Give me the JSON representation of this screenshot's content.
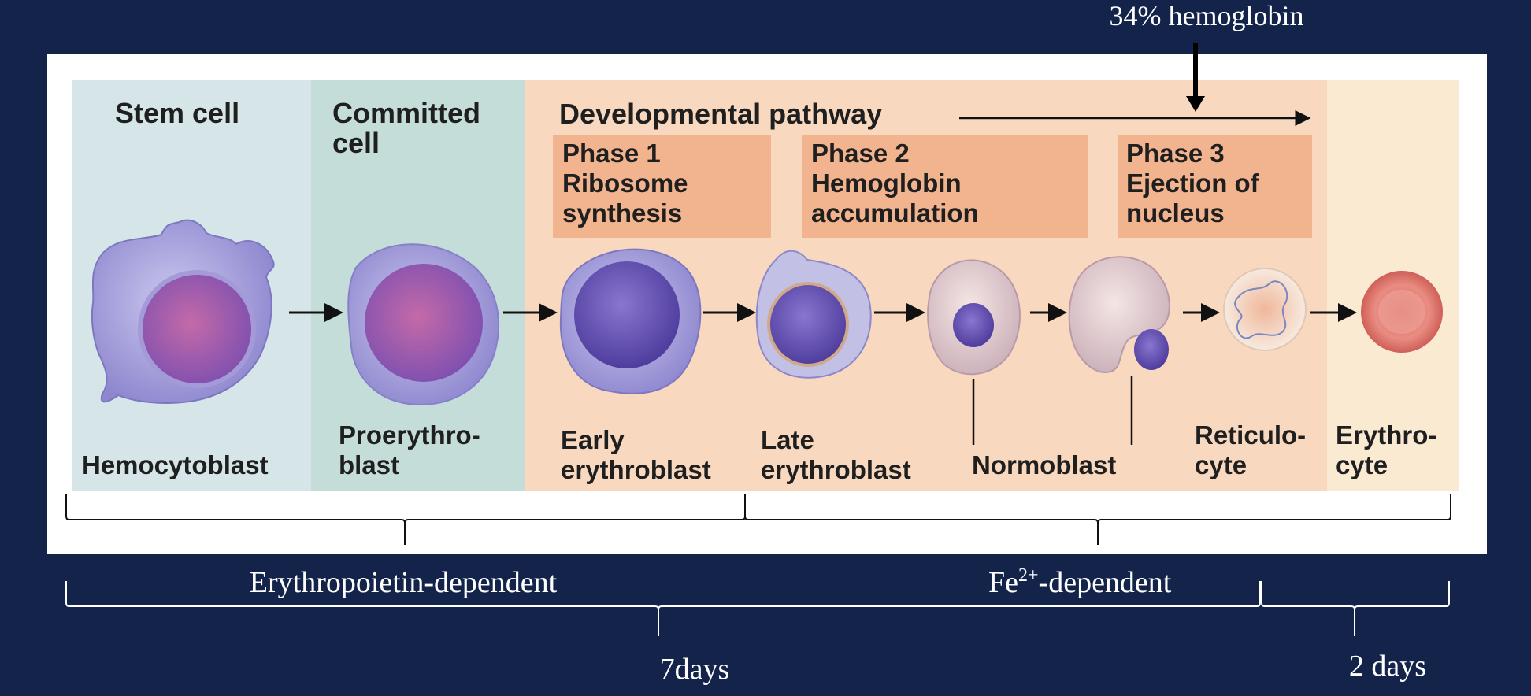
{
  "top_annotation": "34% hemoglobin",
  "header": {
    "stem_cell": "Stem cell",
    "committed_line1": "Committed",
    "committed_line2": "cell",
    "pathway": "Developmental pathway"
  },
  "phases": [
    {
      "line1": "Phase 1",
      "line2": "Ribosome",
      "line3": "synthesis"
    },
    {
      "line1": "Phase 2",
      "line2": "Hemoglobin",
      "line3": "accumulation"
    },
    {
      "line1": "Phase 3",
      "line2": "Ejection of",
      "line3": "nucleus"
    }
  ],
  "cells": {
    "hemocytoblast": "Hemocytoblast",
    "proerythroblast_1": "Proerythro-",
    "proerythroblast_2": "blast",
    "early_1": "Early",
    "early_2": "erythroblast",
    "late_1": "Late",
    "late_2": "erythroblast",
    "normoblast": "Normoblast",
    "reticulocyte_1": "Reticulo-",
    "reticulocyte_2": "cyte",
    "erythrocyte_1": "Erythro-",
    "erythrocyte_2": "cyte"
  },
  "bottom": {
    "epo_dependent": "Erythropoietin-dependent",
    "fe_prefix": "Fe",
    "fe_superscript": "2+",
    "fe_suffix": "-dependent",
    "duration_7": "7days",
    "duration_2": "2 days"
  },
  "colors": {
    "background": "#13234a",
    "stem_panel": "#d6e6e8",
    "committed_panel": "#c5ddd9",
    "pathway_panel": "#f8d8bf",
    "phase_box": "#f2b48f",
    "erythrocyte_panel": "#faead2"
  }
}
